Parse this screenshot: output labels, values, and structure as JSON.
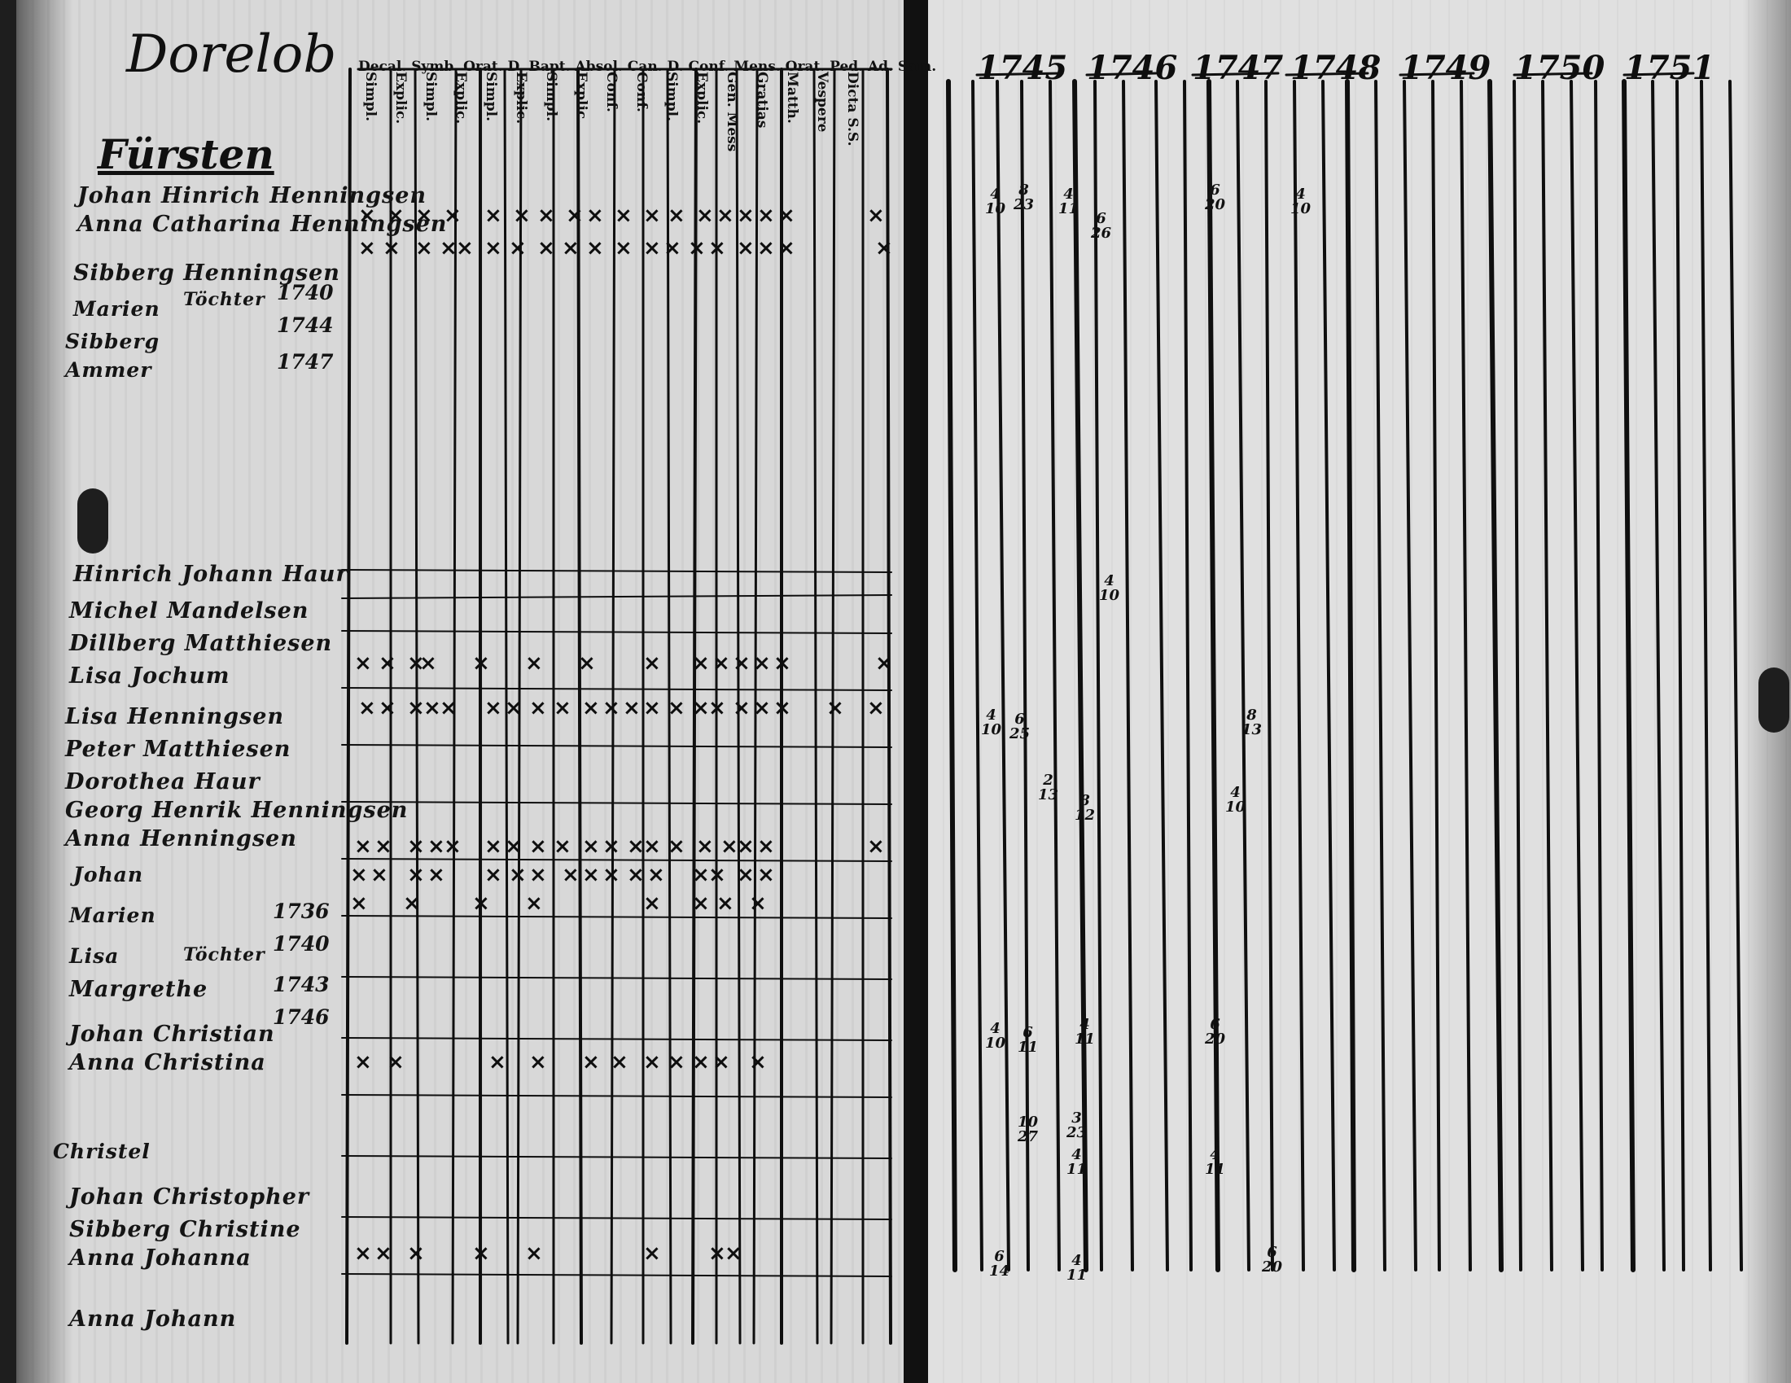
{
  "left_page": {
    "title": "Dorelob",
    "section": "Fürsten",
    "column_headers_top": "Decal. Symb. Orat. D. Bapt. Absol. Can. D. Conf. Mens. Orat. Ped. Ad. Sam.",
    "column_headers": [
      "Simpl.",
      "Explic.",
      "Simpl.",
      "Explic.",
      "Simpl.",
      "Explic.",
      "Simpl.",
      "Explic.",
      "Conf.",
      "Conf.",
      "Simpl.",
      "Explic.",
      "Gen. Mess",
      "Gratias",
      "Matth.",
      "Vespere",
      "Dicta S.S."
    ],
    "years": [
      "1740",
      "1744",
      "1747",
      "1736",
      "1740",
      "1743",
      "1746"
    ],
    "name_entries": [
      "Johan Hinrich Henningsen",
      "Anna Catharina Henningsen",
      "Sibberg Henningsen",
      "Marien",
      "Sibberg",
      "Ammer",
      "Hinrich Johann Haur",
      "Michel Mandelsen",
      "Dillberg Matthiesen",
      "Lisa Jochum",
      "Lisa Henningsen",
      "Peter Matthiesen",
      "Dorothea Haur",
      "Georg Henrik Henningsen",
      "Anna Henningsen",
      "Johan",
      "Marien",
      "Lisa",
      "Margrethe",
      "Johan Christian",
      "Anna Christina",
      "Christel",
      "Johan Christopher",
      "Sibberg Christine",
      "Anna Johanna",
      "Anna Johann"
    ],
    "tochter_label": "Töchter"
  },
  "right_page": {
    "year_columns": [
      "1745",
      "1746",
      "1747",
      "1748",
      "1749",
      "1750",
      "1751"
    ],
    "year_prefix": "17"
  },
  "colors": {
    "ink": "#111111",
    "paper_left": "#d8d8d8",
    "paper_right": "#e0e0e0",
    "background": "#1e1e1e"
  }
}
